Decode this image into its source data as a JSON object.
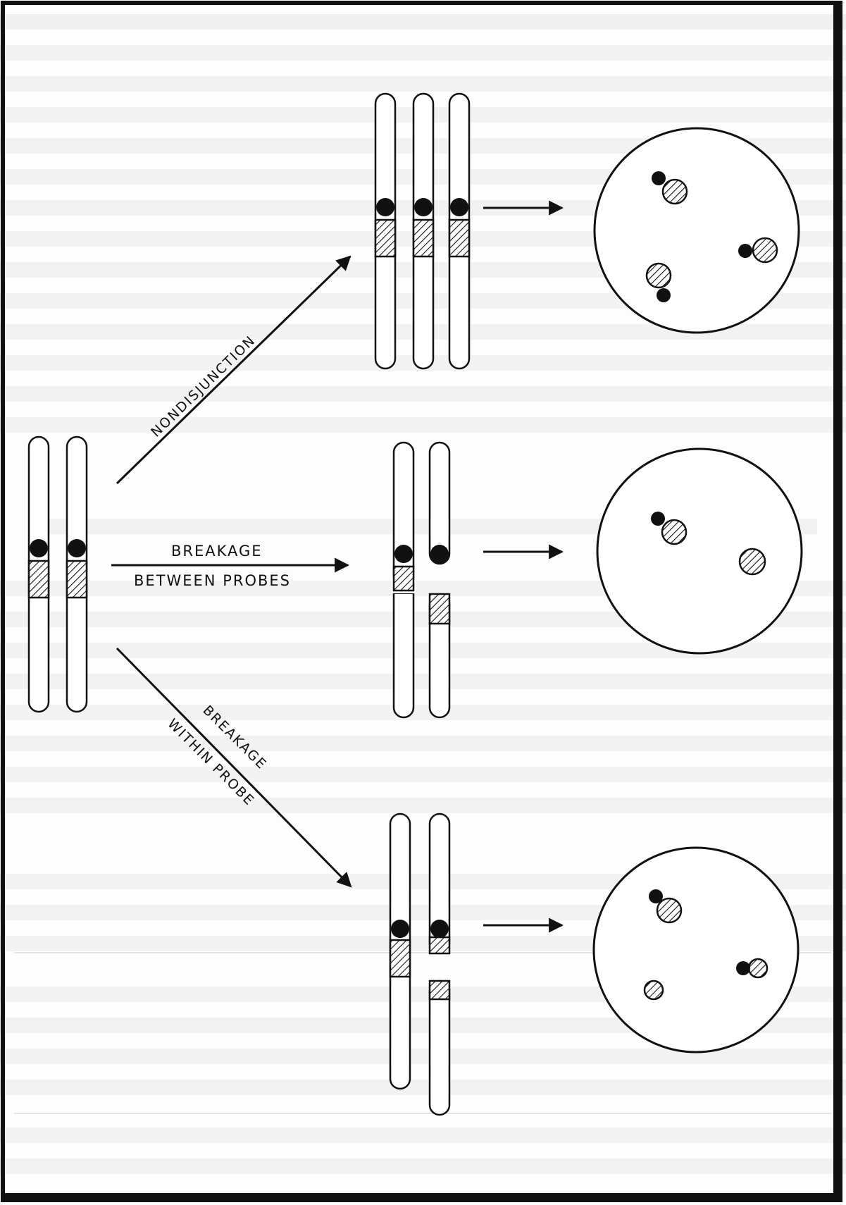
{
  "colors": {
    "ink": "#111111",
    "hatch_fill": "#ffffff",
    "background": "#fdfdfd",
    "bleed_text": "#dcdcdc"
  },
  "labels": {
    "nondisjunction": "NONDISJUNCTION",
    "breakage_between_line1": "BREAKAGE",
    "breakage_between_line2": "BETWEEN PROBES",
    "breakage_within_line1": "BREAKAGE",
    "breakage_within_line2": "WITHIN PROBE"
  },
  "outcomes": [
    {
      "name": "nondisjunction",
      "nucleus_signals": [
        "paired",
        "paired",
        "paired"
      ]
    },
    {
      "name": "breakage-between-probes",
      "nucleus_signals": [
        "paired",
        "hatched-only"
      ]
    },
    {
      "name": "breakage-within-probe",
      "nucleus_signals": [
        "paired",
        "paired",
        "hatched-only"
      ]
    }
  ],
  "icons": {
    "arrow": "arrow-right-icon",
    "centromere": "centromere-dot-icon",
    "probe": "hatched-probe-icon"
  }
}
